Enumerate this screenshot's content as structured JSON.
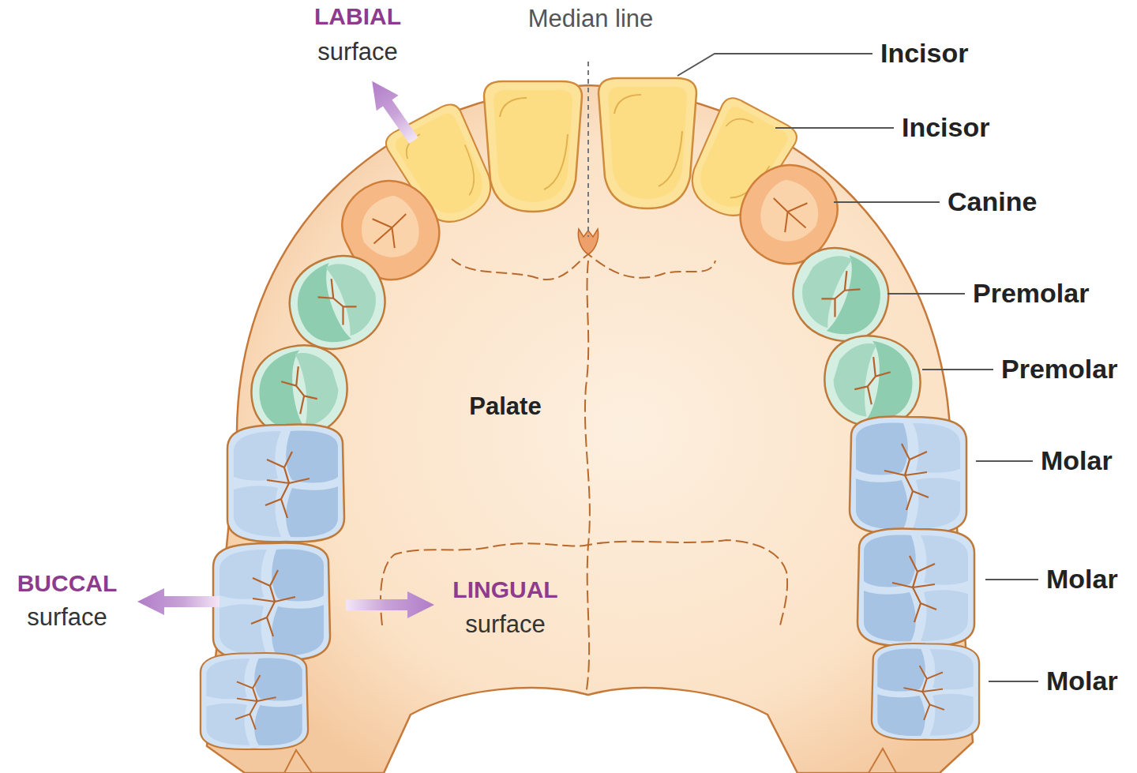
{
  "diagram": {
    "labels": [
      "Median line",
      "LABIAL",
      "surface",
      "Incisor",
      "Incisor",
      "Canine",
      "Premolar",
      "Premolar",
      "Palate",
      "Molar",
      "Molar",
      "Molar",
      "BUCCAL",
      "surface",
      "LINGUAL",
      "surface"
    ]
  }
}
